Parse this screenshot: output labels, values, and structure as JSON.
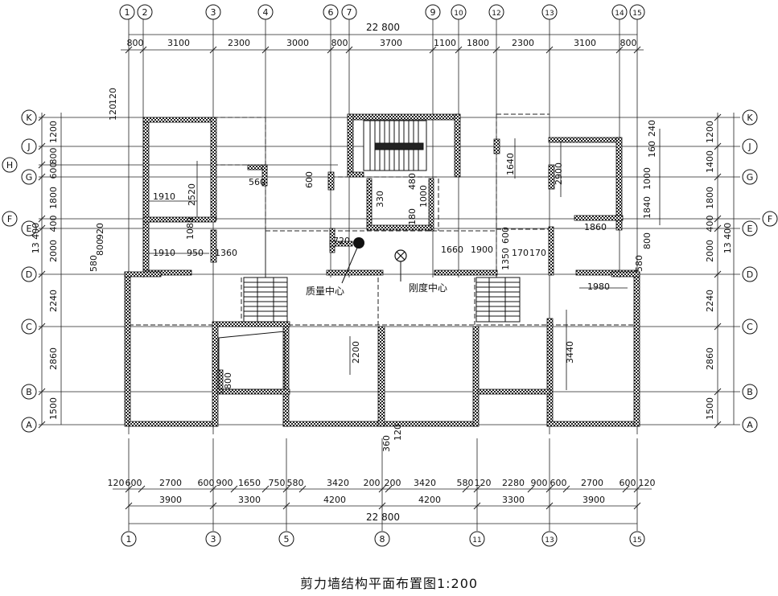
{
  "caption": "剪力墙结构平面布置图1:200",
  "labels": {
    "mass_center": "质量中心",
    "stiffness_center": "刚度中心"
  },
  "axes": {
    "top_numbers": [
      "1",
      "2",
      "3",
      "4",
      "6",
      "7",
      "9",
      "10",
      "12",
      "13",
      "14",
      "15"
    ],
    "bottom_numbers": [
      "1",
      "3",
      "5",
      "8",
      "11",
      "13",
      "15"
    ],
    "letters": [
      "K",
      "J",
      "H",
      "G",
      "F",
      "E",
      "D",
      "C",
      "B",
      "A"
    ]
  },
  "dims": {
    "top_total": "22 800",
    "top_row": [
      "800",
      "3100",
      "2300",
      "3000",
      "800",
      "3700",
      "1100",
      "1800",
      "2300",
      "3100",
      "800"
    ],
    "left_outer": [
      "1200",
      "800",
      "600",
      "1800",
      "400",
      "2000",
      "2240",
      "2860",
      "1500"
    ],
    "left_total": "13 400",
    "right_outer": [
      "1200",
      "1400",
      "1800",
      "400",
      "2000",
      "2240",
      "2860",
      "1500"
    ],
    "right_total": "13 400",
    "bottom_row1": [
      "120",
      "600",
      "2700",
      "600",
      "900",
      "1650",
      "750",
      "580",
      "3420",
      "200",
      "200",
      "3420",
      "580",
      "120",
      "2280",
      "900",
      "600",
      "2700",
      "600",
      "120"
    ],
    "bottom_row2": [
      "3900",
      "3300",
      "4200",
      "4200",
      "3300",
      "3900"
    ],
    "bottom_total": "22 800",
    "inner": [
      "120",
      "120",
      "1910",
      "2520",
      "1910",
      "950",
      "1360",
      "1080",
      "920",
      "580",
      "800",
      "560",
      "600",
      "330",
      "480",
      "1000",
      "180",
      "720",
      "1660",
      "1900",
      "1350",
      "600",
      "170",
      "170",
      "1640",
      "2900",
      "160",
      "240",
      "1000",
      "1840",
      "1860",
      "800",
      "580",
      "1980",
      "3440",
      "2200",
      "800",
      "120",
      "360"
    ]
  }
}
